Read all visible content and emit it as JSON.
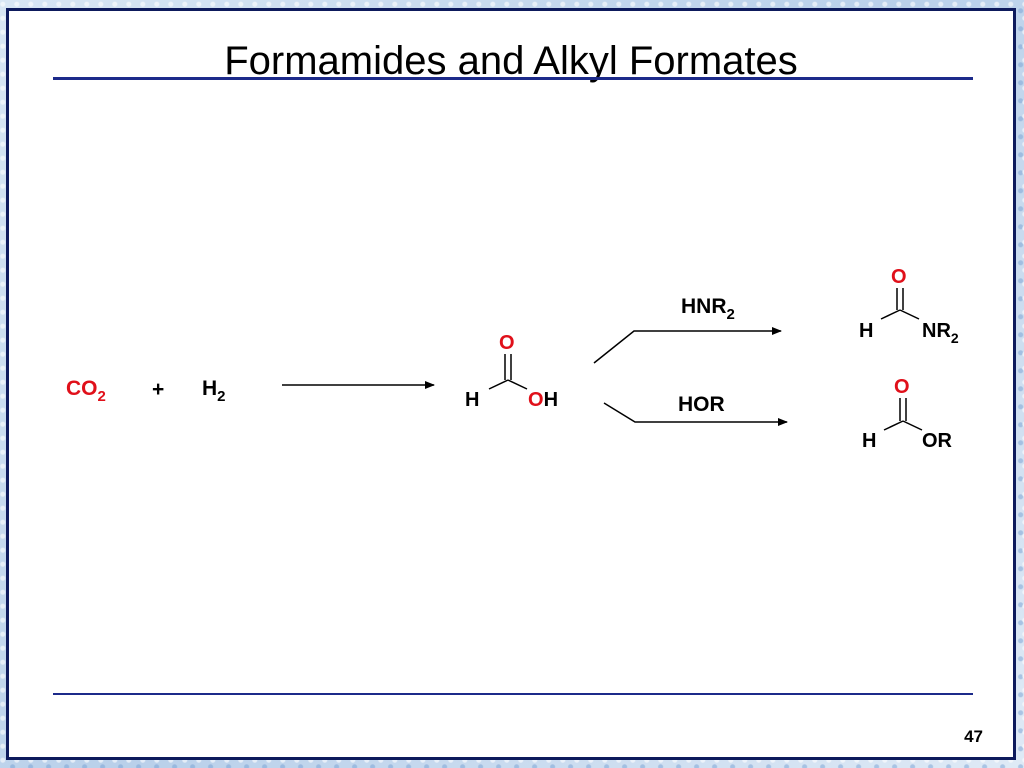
{
  "slide": {
    "title": "Formamides and Alkyl Formates",
    "page_number": "47"
  },
  "scheme": {
    "reactant1": {
      "main": "CO",
      "sub": "2"
    },
    "plus": "+",
    "reactant2": {
      "main": "H",
      "sub": "2"
    },
    "formic_acid": {
      "o_top": "O",
      "h_left": "H",
      "o_right": "O",
      "h_right": "H"
    },
    "upper_reagent": {
      "main": "HNR",
      "sub": "2"
    },
    "lower_reagent": "HOR",
    "formamide": {
      "o_top": "O",
      "h_left": "H",
      "group": "NR",
      "sub": "2"
    },
    "formate": {
      "o_top": "O",
      "h_left": "H",
      "group": "OR"
    }
  },
  "colors": {
    "hetero_red": "#e0101a",
    "rule_blue": "#1c2a8a",
    "frame_navy": "#0d1a5c"
  }
}
